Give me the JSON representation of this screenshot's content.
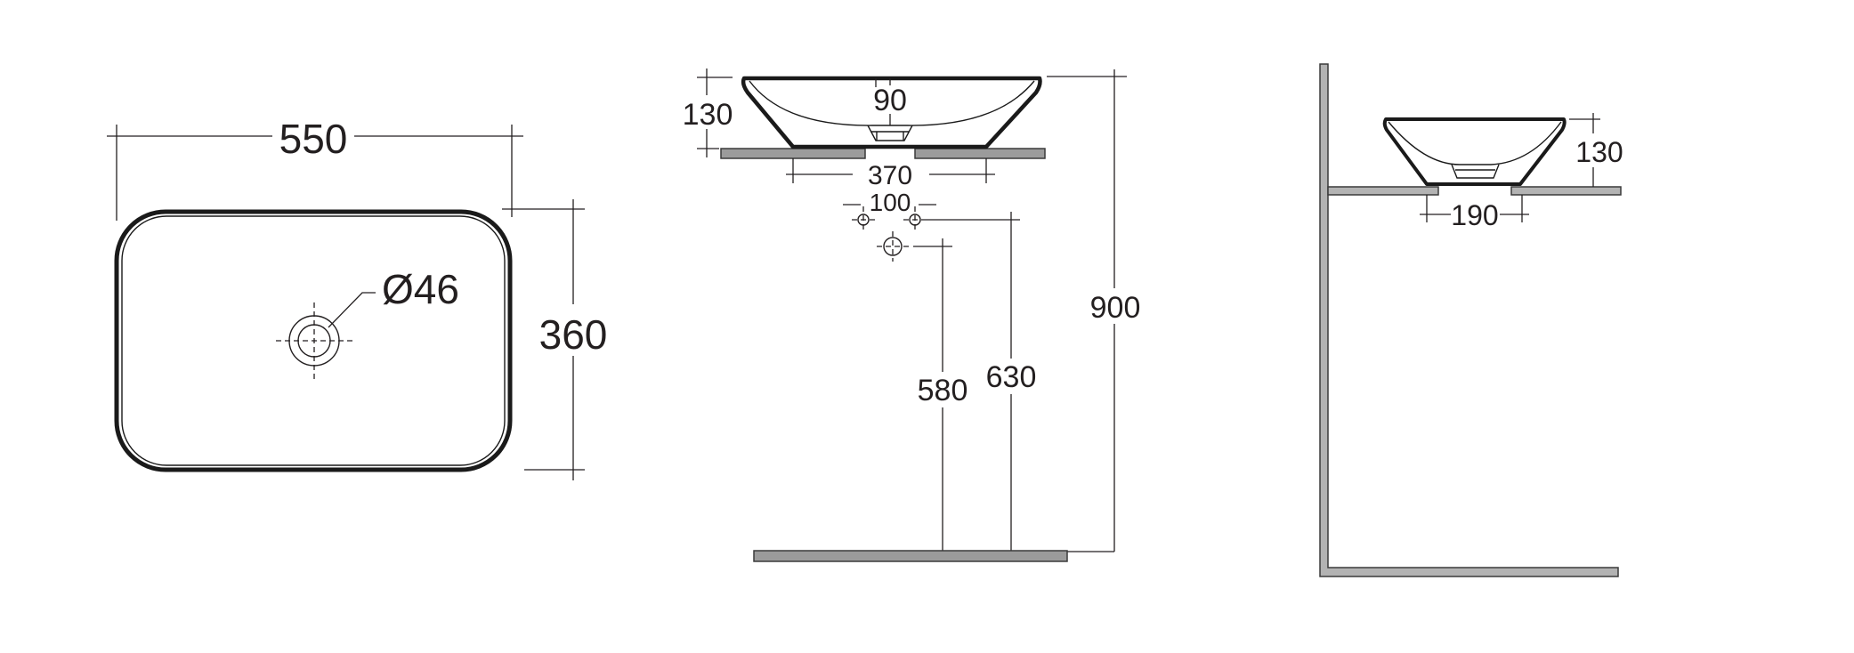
{
  "drawing": {
    "type": "technical dimension drawing",
    "views": {
      "top_view": {
        "width_label": "550",
        "depth_label": "360",
        "drain_label": "Ø46"
      },
      "front_view": {
        "height_label": "130",
        "overflow_label": "90",
        "base_label": "370",
        "tap_spacing_label": "100",
        "waste_height_label": "580",
        "supply_height_label": "630",
        "rim_height_label": "900"
      },
      "side_view": {
        "height_label": "130",
        "base_label": "190"
      }
    },
    "colors": {
      "line": "#231f20",
      "slab": "#9b9b9b",
      "wall": "#b3b3b3",
      "background": "#ffffff"
    }
  }
}
